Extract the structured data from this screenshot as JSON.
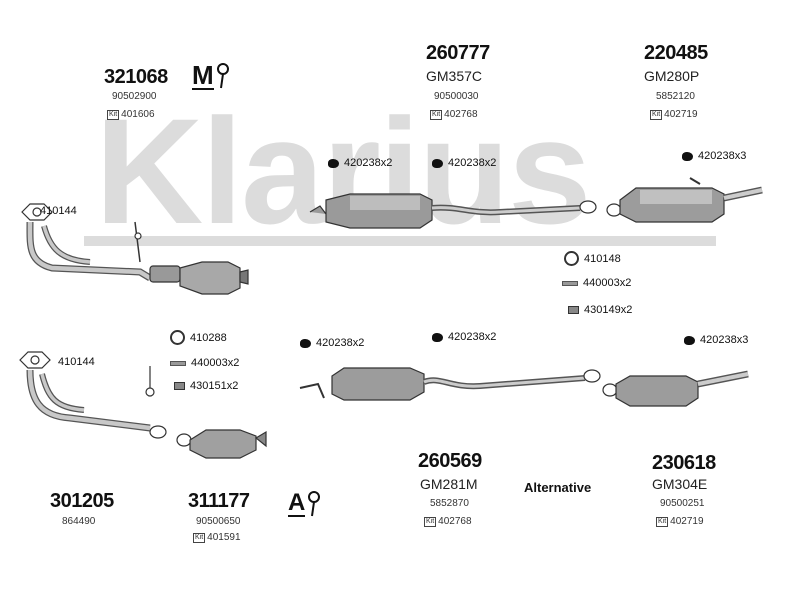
{
  "watermark": "Klarius",
  "blocks": {
    "b321068": {
      "num": "321068",
      "sub": "90502900",
      "kit": "401606"
    },
    "b260777": {
      "num": "260777",
      "code": "GM357C",
      "sub": "90500030",
      "kit": "402768"
    },
    "b220485": {
      "num": "220485",
      "code": "GM280P",
      "sub": "5852120",
      "kit": "402719"
    },
    "b260569": {
      "num": "260569",
      "code": "GM281M",
      "sub": "5852870",
      "kit": "402768"
    },
    "b230618": {
      "num": "230618",
      "code": "GM304E",
      "sub": "90500251",
      "kit": "402719"
    },
    "b301205": {
      "num": "301205",
      "sub": "864490"
    },
    "b311177": {
      "num": "311177",
      "sub": "90500650",
      "kit": "401591"
    }
  },
  "kit_tag": "Kit",
  "labels": {
    "l1": "410144",
    "l2": "420238x2",
    "l3": "420238x2",
    "l4": "420238x3",
    "l5": "410148",
    "l6": "440003x2",
    "l7": "430149x2",
    "l8": "410288",
    "l9": "440003x2",
    "l10": "430151x2",
    "l11": "410144",
    "l12": "420238x2",
    "l13": "420238x2",
    "l14": "420238x3"
  },
  "symbols": {
    "manual": "M",
    "auto": "A"
  },
  "alternative": "Alternative",
  "colors": {
    "watermark": "#d9d9d9",
    "ink": "#111111",
    "part": "#8a8a8a"
  },
  "icons": [
    "gasket-ring-icon",
    "bolt-icon",
    "nut-icon",
    "clamp-icon",
    "manual-gearbox-icon",
    "automatic-gearbox-icon"
  ]
}
